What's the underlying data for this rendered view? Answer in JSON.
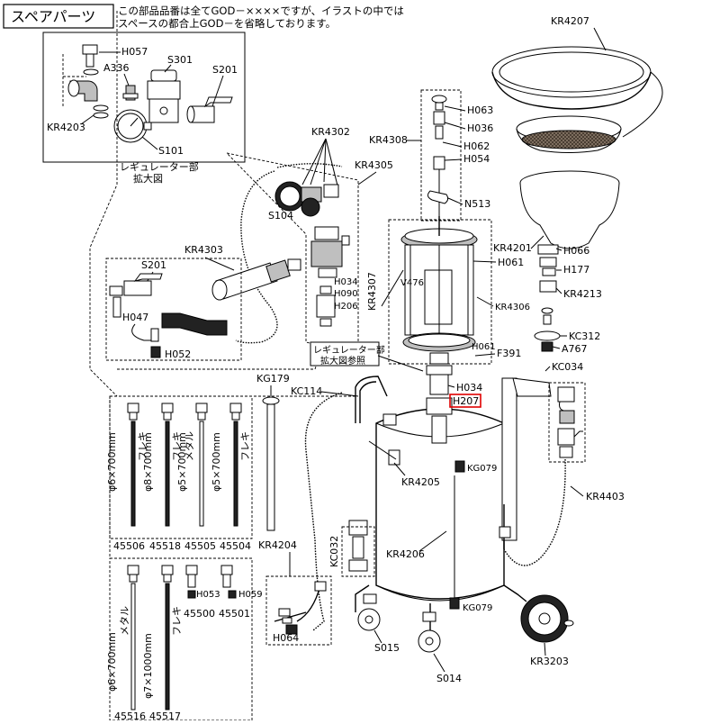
{
  "header": {
    "title": "スペアパーツ",
    "note_line1": "この部品品番は全てGOD－××××ですが、イラストの中では",
    "note_line2": "スペースの都合上GOD－を省略しております。"
  },
  "inset": {
    "caption_line1": "レギュレーター部",
    "caption_line2": "拡大図",
    "labels": {
      "h057": "H057",
      "a336": "A336",
      "s301": "S301",
      "s201": "S201",
      "kr4203": "KR4203",
      "s101": "S101"
    }
  },
  "ref_box": {
    "line1": "レギュレーター部",
    "line2": "拡大図参照"
  },
  "labels": {
    "kr4207": "KR4207",
    "kr4302": "KR4302",
    "kr4305": "KR4305",
    "kr4308": "KR4308",
    "h063": "H063",
    "h036": "H036",
    "h062": "H062",
    "h054": "H054",
    "n513": "N513",
    "kr4201": "KR4201",
    "h066": "H066",
    "h061a": "H061",
    "h177": "H177",
    "kr4213": "KR4213",
    "kr4306": "KR4306",
    "kc312": "KC312",
    "a767": "A767",
    "f391": "F391",
    "kc034": "KC034",
    "h061b": "H061",
    "v476": "V476",
    "kr4307": "KR4307",
    "s104": "S104",
    "kr4303": "KR4303",
    "h034a": "H034",
    "h090": "H090",
    "h206": "H206",
    "s201": "S201",
    "h047": "H047",
    "h052": "H052",
    "h034b": "H034",
    "h207": "H207",
    "kg179": "KG179",
    "kc114": "KC114",
    "kr4205": "KR4205",
    "kg079a": "KG079",
    "kg079b": "KG079",
    "kr4403": "KR4403",
    "kr4204": "KR4204",
    "kc032": "KC032",
    "kr4206": "KR4206",
    "h064": "H064",
    "s015": "S015",
    "s014": "S014",
    "kr3203": "KR3203"
  },
  "nozzles_top": [
    {
      "code": "45506",
      "kind": "フレキ",
      "size": "φ6×700mm"
    },
    {
      "code": "45518",
      "kind": "フレキ",
      "size": "φ8×700mm"
    },
    {
      "code": "45505",
      "kind": "メタル",
      "size": "φ5×700mm"
    },
    {
      "code": "45504",
      "kind": "フレキ",
      "size": "φ5×700mm"
    }
  ],
  "nozzles_bottom": [
    {
      "code": "45516",
      "kind": "メタル",
      "size": "φ6×700mm"
    },
    {
      "code": "45517",
      "kind": "フレキ",
      "size": "φ7×1000mm"
    }
  ],
  "adapters": [
    {
      "code": "45500",
      "sub": "H053"
    },
    {
      "code": "45501",
      "sub": "H059"
    }
  ],
  "colors": {
    "line": "#000000",
    "highlight": "#e00000",
    "screen": "#6b5a4a"
  }
}
